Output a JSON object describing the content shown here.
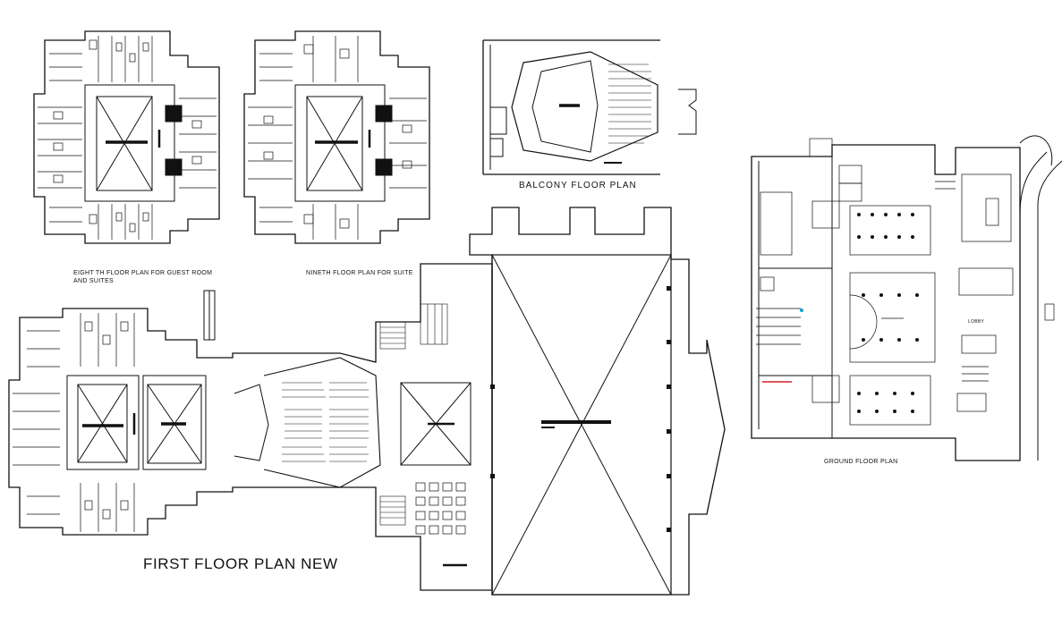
{
  "labels": {
    "eighth_floor": "EIGHT TH FLOOR PLAN FOR GUEST ROOM",
    "eighth_floor_line2": "AND SUITES",
    "ninth_floor": "NINETH FLOOR PLAN FOR SUITE",
    "balcony": "BALCONY FLOOR PLAN",
    "first_floor": "FIRST FLOOR PLAN NEW",
    "ground_floor": "GROUND FLOOR PLAN",
    "lobby": "LOBBY"
  },
  "colors": {
    "line": "#111111",
    "background": "#ffffff",
    "accent_cyan": "#00a8d8",
    "accent_red": "#d02020"
  }
}
